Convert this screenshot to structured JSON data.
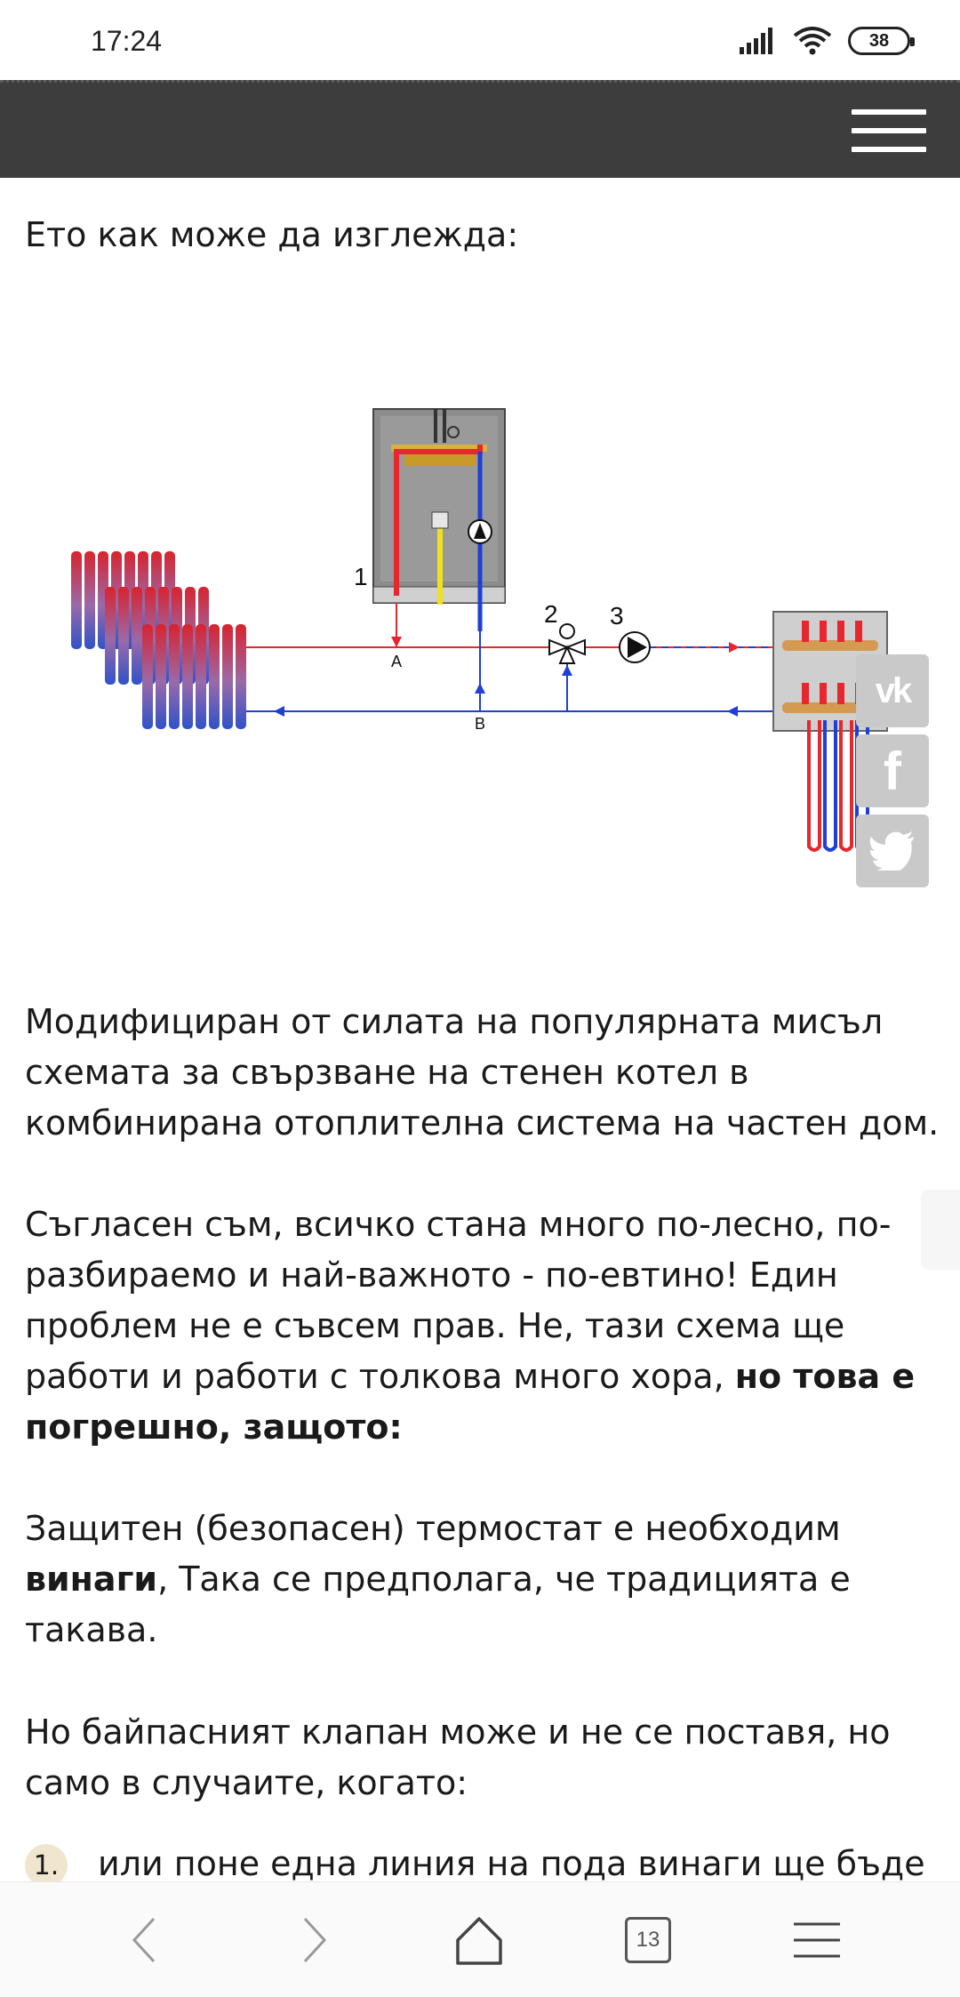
{
  "status_bar": {
    "time": "17:24",
    "battery": "38",
    "icons": [
      "signal-icon",
      "wifi-icon",
      "battery-icon"
    ]
  },
  "header": {
    "menu_icon": "hamburger-menu-icon",
    "background": "#3d3d3d"
  },
  "article": {
    "intro": "Ето как може да изглежда:",
    "diagram": {
      "labels": [
        "1",
        "2",
        "3",
        "A",
        "B"
      ],
      "colors": {
        "hot": "#e8262d",
        "cold": "#1f3fd6",
        "gas": "#f0e020"
      }
    },
    "p1": "Модифициран от силата на популярната мисъл схемата за свързване на стенен котел в комбинирана отоплителна система на частен дом.",
    "p2_text": "Съгласен съм, всичко стана много по-лесно, по-разбираемо и най-важното - по-евтино! Един проблем не е съвсем прав. Не, тази схема ще работи и работи с толкова много хора, ",
    "p2_bold": "но това е погрешно, защото:",
    "p3_before": "Защитен (безопасен) термостат е необходим ",
    "p3_bold": "винаги",
    "p3_after": ", Така се предполага, че традицията е такава.",
    "p4": "Но байпасният клапан може и не се поставя, но само в случаите, когато:",
    "list": [
      {
        "number": "1.",
        "text": "или поне една линия на пода винаги ще бъде"
      }
    ]
  },
  "social": [
    {
      "name": "vk",
      "icon": "vk-icon"
    },
    {
      "name": "facebook",
      "icon": "facebook-icon"
    },
    {
      "name": "twitter",
      "icon": "twitter-icon"
    }
  ],
  "bottom_nav": {
    "tabs_count": "13",
    "icons": [
      "back-arrow-icon",
      "forward-arrow-icon",
      "home-icon",
      "tabs-icon",
      "menu-icon"
    ]
  }
}
